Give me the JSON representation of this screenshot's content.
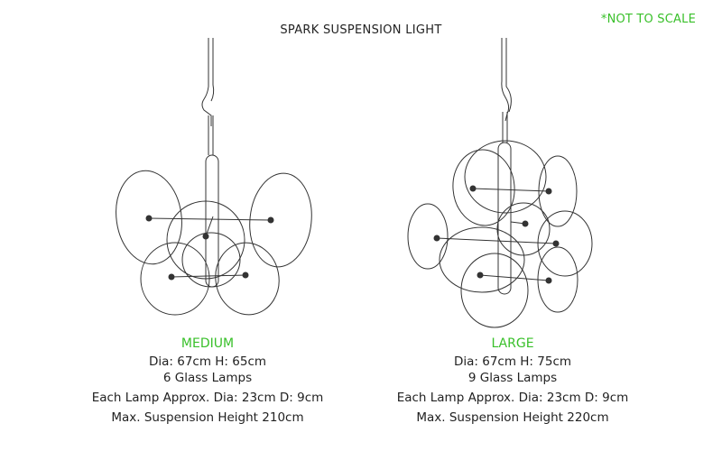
{
  "header": {
    "title": "SPARK SUSPENSION LIGHT",
    "scale_note": "*NOT TO SCALE"
  },
  "colors": {
    "accent": "#39c02a",
    "text": "#222222",
    "line": "#333333"
  },
  "products": [
    {
      "name": "MEDIUM",
      "dimensions": "Dia: 67cm H: 65cm",
      "lamps": "6 Glass Lamps",
      "lamp_size": "Each Lamp Approx. Dia: 23cm D: 9cm",
      "suspension": "Max. Suspension Height 210cm"
    },
    {
      "name": "LARGE",
      "dimensions": "Dia: 67cm H: 75cm",
      "lamps": "9 Glass Lamps",
      "lamp_size": "Each Lamp Approx. Dia: 23cm D: 9cm",
      "suspension": "Max. Suspension Height 220cm"
    }
  ]
}
